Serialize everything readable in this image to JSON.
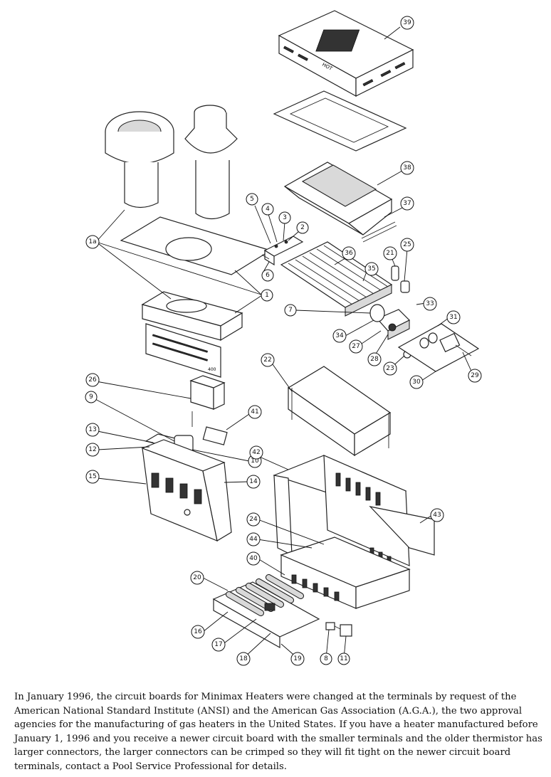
{
  "diagram": {
    "hood_label": "HOT",
    "panel_label": "400",
    "callouts": [
      {
        "id": "c39",
        "label": "39"
      },
      {
        "id": "c38",
        "label": "38"
      },
      {
        "id": "c37",
        "label": "37"
      },
      {
        "id": "c5",
        "label": "5"
      },
      {
        "id": "c4",
        "label": "4"
      },
      {
        "id": "c3",
        "label": "3"
      },
      {
        "id": "c2",
        "label": "2"
      },
      {
        "id": "c6",
        "label": "6"
      },
      {
        "id": "c1a",
        "label": "1a"
      },
      {
        "id": "c1",
        "label": "1"
      },
      {
        "id": "c36",
        "label": "36"
      },
      {
        "id": "c35",
        "label": "35"
      },
      {
        "id": "c21",
        "label": "21"
      },
      {
        "id": "c25",
        "label": "25"
      },
      {
        "id": "c7",
        "label": "7"
      },
      {
        "id": "c33",
        "label": "33"
      },
      {
        "id": "c31",
        "label": "31"
      },
      {
        "id": "c34",
        "label": "34"
      },
      {
        "id": "c27",
        "label": "27"
      },
      {
        "id": "c28",
        "label": "28"
      },
      {
        "id": "c23",
        "label": "23"
      },
      {
        "id": "c29",
        "label": "29"
      },
      {
        "id": "c30",
        "label": "30"
      },
      {
        "id": "c22",
        "label": "22"
      },
      {
        "id": "c26",
        "label": "26"
      },
      {
        "id": "c9",
        "label": "9"
      },
      {
        "id": "c41",
        "label": "41"
      },
      {
        "id": "c13",
        "label": "13"
      },
      {
        "id": "c12",
        "label": "12"
      },
      {
        "id": "c10",
        "label": "10"
      },
      {
        "id": "c42",
        "label": "42"
      },
      {
        "id": "c15",
        "label": "15"
      },
      {
        "id": "c14",
        "label": "14"
      },
      {
        "id": "c43",
        "label": "43"
      },
      {
        "id": "c24",
        "label": "24"
      },
      {
        "id": "c44",
        "label": "44"
      },
      {
        "id": "c40",
        "label": "40"
      },
      {
        "id": "c20",
        "label": "20"
      },
      {
        "id": "c16",
        "label": "16"
      },
      {
        "id": "c17",
        "label": "17"
      },
      {
        "id": "c18",
        "label": "18"
      },
      {
        "id": "c19",
        "label": "19"
      },
      {
        "id": "c8",
        "label": "8"
      },
      {
        "id": "c11",
        "label": "11"
      }
    ]
  },
  "caption": "In January 1996, the circuit boards for Minimax Heaters were changed at the terminals by request of the American National Standard Institute (ANSI) and the American Gas Association (A.G.A.), the two approval agencies for the manufacturing of gas heaters in the United States. If you have a heater manufactured before January 1, 1996 and you receive a newer circuit board with the smaller terminals and the older thermistor has larger connectors, the larger connectors can be crimped so they will fit tight on the newer circuit board terminals, contact a Pool Service Professional for details."
}
